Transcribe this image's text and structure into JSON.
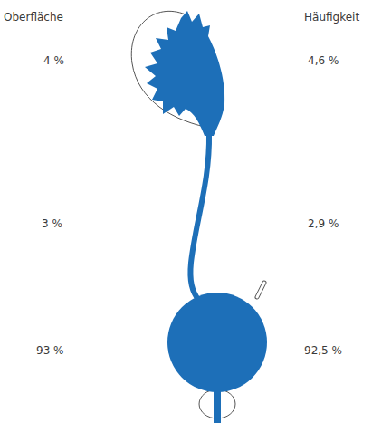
{
  "diagram": {
    "labels": [
      "Oberfläche",
      "Häufigkeit",
      "4 %",
      "4,6 %",
      "3 %",
      "2,9 %",
      "93 %",
      "92,5 %"
    ]
  }
}
